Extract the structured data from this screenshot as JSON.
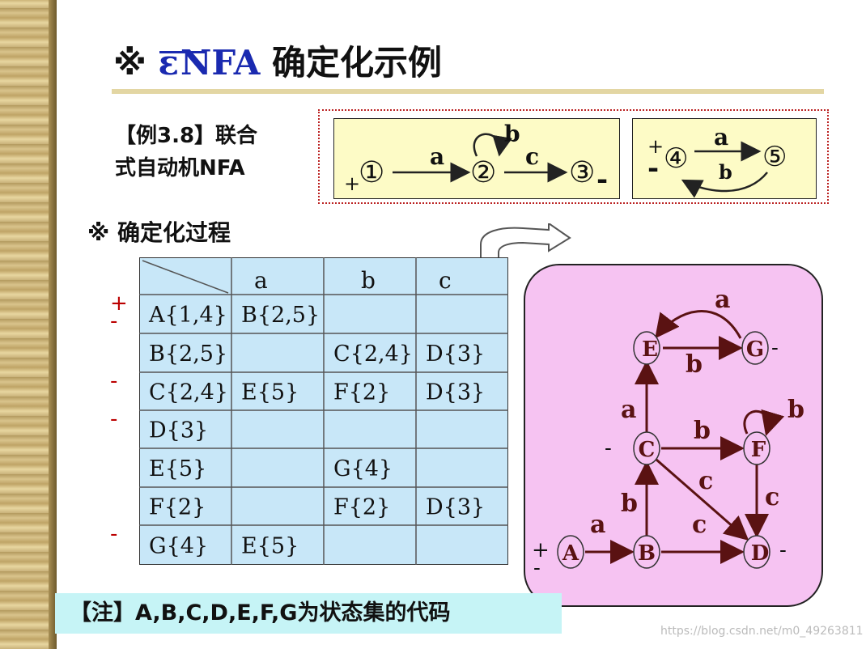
{
  "title": {
    "marker": "※",
    "epsilon": "ε",
    "nfa": "NFA",
    "text": "确定化示例"
  },
  "example": {
    "line1": "【例3.8】联合",
    "line2": "式自动机NFA"
  },
  "nfa1": {
    "states": [
      "①",
      "②",
      "③"
    ],
    "start_mark": "+",
    "final_mark": "-",
    "labels": {
      "a": "a",
      "b": "b",
      "c": "c"
    }
  },
  "nfa2": {
    "states": [
      "④",
      "⑤"
    ],
    "start_mark": "+",
    "final_mark": "-",
    "labels": {
      "a": "a",
      "b": "b"
    }
  },
  "process_title": "※ 确定化过程",
  "table": {
    "headers": [
      "a",
      "b",
      "c"
    ],
    "rows": [
      {
        "mark": "+",
        "mark2": "-",
        "state": "A{1,4}",
        "a": "B{2,5}",
        "b": "",
        "c": ""
      },
      {
        "mark": "",
        "mark2": "",
        "state": "B{2,5}",
        "a": "",
        "b": "C{2,4}",
        "c": "D{3}"
      },
      {
        "mark": "-",
        "mark2": "",
        "state": "C{2,4}",
        "a": "E{5}",
        "b": "F{2}",
        "c": "D{3}"
      },
      {
        "mark": "-",
        "mark2": "",
        "state": "D{3}",
        "a": "",
        "b": "",
        "c": ""
      },
      {
        "mark": "",
        "mark2": "",
        "state": "E{5}",
        "a": "",
        "b": "G{4}",
        "c": ""
      },
      {
        "mark": "",
        "mark2": "",
        "state": "F{2}",
        "a": "",
        "b": "F{2}",
        "c": "D{3}"
      },
      {
        "mark": "-",
        "mark2": "",
        "state": "G{4}",
        "a": "E{5}",
        "b": "",
        "c": ""
      }
    ]
  },
  "dfa": {
    "nodes": {
      "A": "A",
      "B": "B",
      "C": "C",
      "D": "D",
      "E": "E",
      "F": "F",
      "G": "G"
    },
    "marks": {
      "A_plus": "+",
      "A_minus": "-",
      "C_minus": "-",
      "D_minus": "-",
      "G_minus": "-"
    },
    "edge_labels": {
      "AB": "a",
      "BC": "b",
      "BD": "c",
      "CE": "a",
      "CF": "b",
      "CD": "c",
      "FF": "b",
      "FD": "c",
      "EG": "b",
      "GE": "a"
    }
  },
  "note": "【注】A,B,C,D,E,F,G为状态集的代码",
  "watermark": "https://blog.csdn.net/m0_49263811",
  "colors": {
    "epsilon": "#1a2ab0",
    "table_bg": "#c8e7f8",
    "dfa_bg": "#f6c3f2",
    "nfa_bg": "#fdfbc6",
    "note_bg": "#c6f4f6",
    "frame": "#bb2222"
  }
}
